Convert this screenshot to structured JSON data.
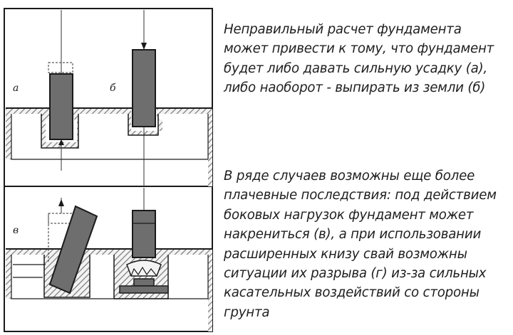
{
  "diagram": {
    "labels": {
      "a": "а",
      "b": "б",
      "v": "в"
    }
  },
  "text": {
    "paragraph_1": "Неправильный расчет фундамента может привести к тому, что фундамент будет либо давать сильную усадку (а), либо наоборот - выпирать из земли (б)",
    "paragraph_2": "В ряде случаев возможны еще более плачевные последствия: под действием боковых нагрузок фундамент может накрениться (в), а при использовании расширенных книзу свай возможны ситуации их разрыва (г) из-за сильных касательных воздействий со стороны грунта"
  },
  "colors": {
    "pile": "#6e6e6e",
    "outline": "#1a1a1a",
    "hatch": "#8a8a8a"
  }
}
